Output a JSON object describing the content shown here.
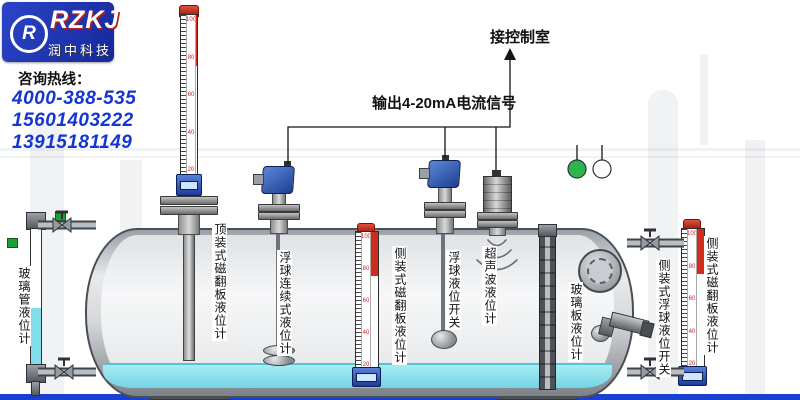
{
  "brand": {
    "logo_r": "R",
    "logo_main": "RZKJ",
    "logo_sub": "润中科技",
    "hotline_label": "咨询热线：",
    "phones": [
      "4000-388-535",
      "15601403222",
      "13915181149"
    ]
  },
  "wiring": {
    "control_room_label": "接控制室",
    "signal_label": "输出4-20mA电流信号"
  },
  "instrument_labels": {
    "glass_tube": "玻璃管液位计",
    "top_magnetic": "顶装式磁翻板液位计",
    "float_continuous": "浮球连续式液位计",
    "side_magnetic_left": "侧装式磁翻板液位计",
    "float_switch": "浮球液位开关",
    "ultrasonic": "超声波液位计",
    "glass_plate": "玻璃板液位计",
    "side_float_switch": "侧装式浮球液位开关",
    "side_magnetic_right": "侧装式磁翻板液位计"
  },
  "gauge": {
    "scale_numbers": [
      "100",
      "80",
      "60",
      "40",
      "20"
    ]
  },
  "colors": {
    "logo_blue": "#1f38b4",
    "phone_blue": "#1436d2",
    "liquid_cyan": "#82dcea",
    "gauge_red": "#cf2c1e",
    "transmitter_blue": "#2f5cb4",
    "indicator_green": "#2db44c",
    "indicator_white": "#ffffff",
    "footer_blue": "#1b3fd0"
  }
}
